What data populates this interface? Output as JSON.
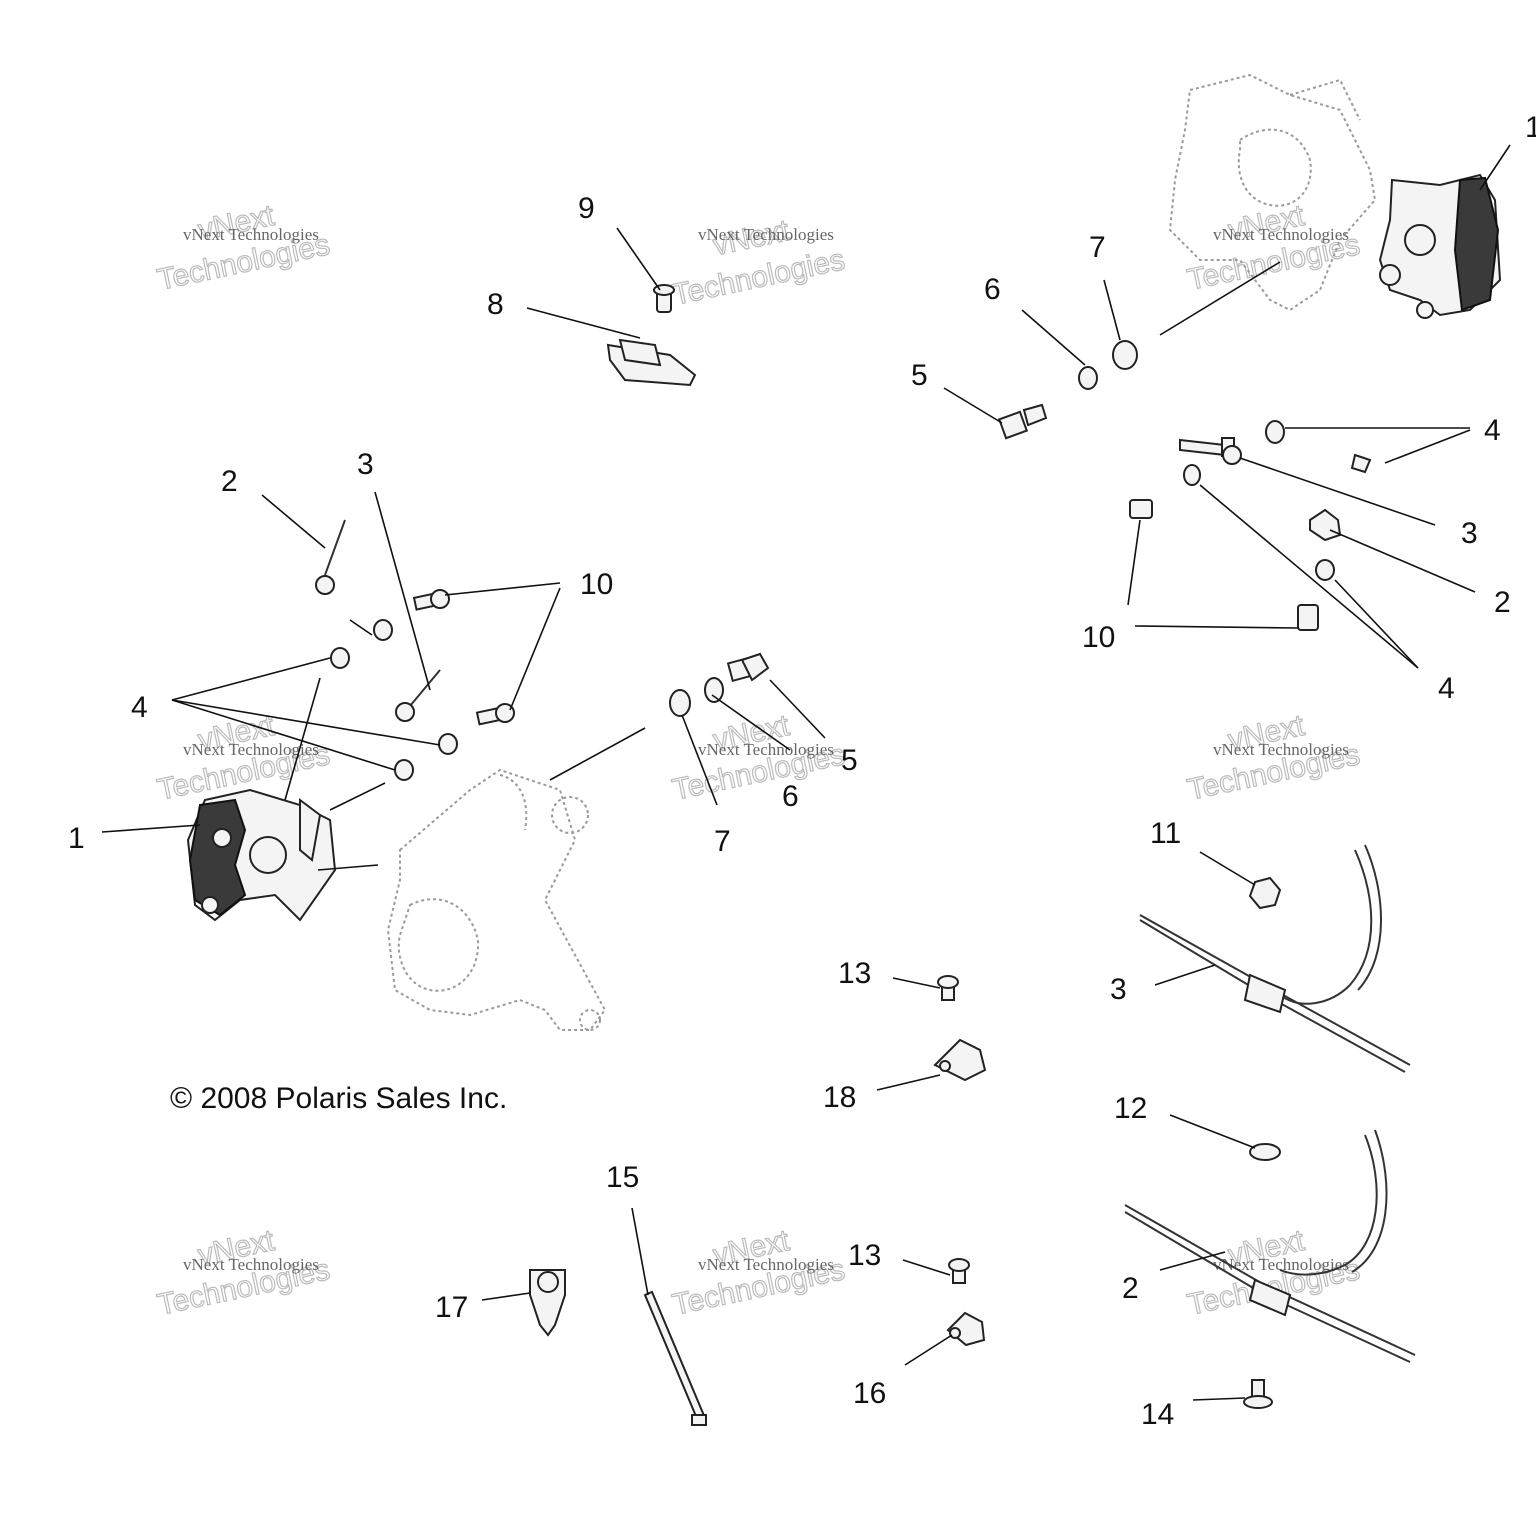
{
  "copyright": "© 2008 Polaris Sales Inc.",
  "watermark": {
    "line1": "vNext Technologies",
    "line2": "vNext",
    "line3": "Technologies"
  },
  "callouts": {
    "c9": "9",
    "c8": "8",
    "c2a": "2",
    "c3a": "3",
    "c10a": "10",
    "c4a": "4",
    "c1a": "1",
    "c5a": "5",
    "c6a": "6",
    "c7a": "7",
    "c6b": "6",
    "c7b": "7",
    "c5b": "5",
    "c1b": "1",
    "c4b": "4",
    "c3b": "3",
    "c2b": "2",
    "c10b": "10",
    "c4c": "4",
    "c11": "11",
    "c3c": "3",
    "c13a": "13",
    "c18": "18",
    "c12": "12",
    "c15": "15",
    "c17": "17",
    "c13b": "13",
    "c16": "16",
    "c2c": "2",
    "c14": "14"
  }
}
